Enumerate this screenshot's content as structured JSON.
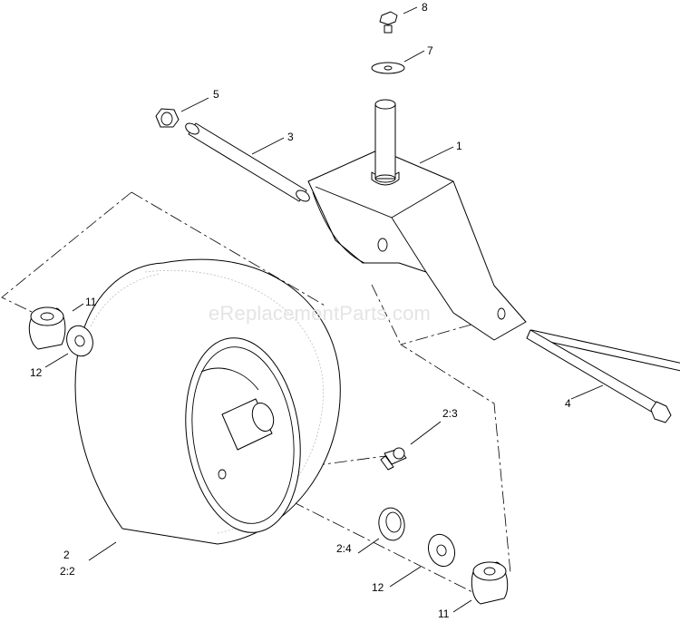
{
  "watermark": "eReplacementParts.com",
  "callouts": {
    "c1": "1",
    "c2": "2",
    "c2_2": "2:2",
    "c2_3": "2:3",
    "c2_4": "2:4",
    "c3": "3",
    "c4": "4",
    "c5": "5",
    "c7": "7",
    "c8": "8",
    "c11_top": "11",
    "c11_bottom": "11",
    "c12_top": "12",
    "c12_bottom": "12"
  }
}
